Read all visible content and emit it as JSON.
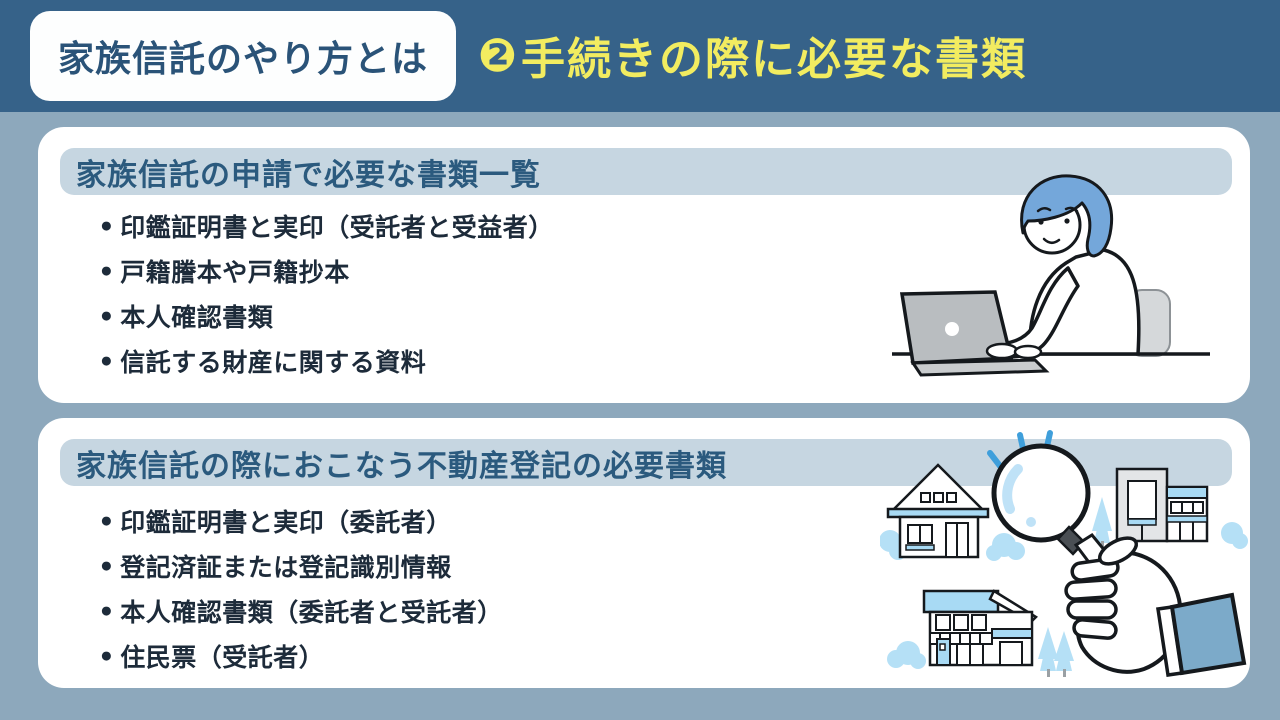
{
  "colors": {
    "top_bar": "#366289",
    "background": "#8da8bc",
    "badge_bg": "#fdfefe",
    "badge_text": "#2a5378",
    "title_yellow": "#f2ec60",
    "card_bg": "#ffffff",
    "card_header_bg": "#c6d6e1",
    "card_header_text": "#2b5a7e",
    "bullet_text": "#1d2b3a",
    "illustration_blue": "#74a7da",
    "illustration_light_blue": "#a8daf4",
    "sleeve_blue": "#7caac9"
  },
  "header": {
    "badge_label": "家族信託のやり方とは",
    "title_number": "❷",
    "title_text": "手続きの際に必要な書類"
  },
  "bullets": {
    "glyph": "●"
  },
  "cards": [
    {
      "title": "家族信託の申請で必要な書類一覧",
      "items": [
        "印鑑証明書と実印（受託者と受益者）",
        "戸籍謄本や戸籍抄本",
        "本人確認書類",
        "信託する財産に関する資料"
      ],
      "illustration": "woman-typing-on-laptop"
    },
    {
      "title": "家族信託の際におこなう不動産登記の必要書類",
      "items": [
        "印鑑証明書と実印（委託者）",
        "登記済証または登記識別情報",
        "本人確認書類（委託者と受託者）",
        "住民票（受託者）"
      ],
      "illustration": "houses-and-magnifying-glass"
    }
  ]
}
